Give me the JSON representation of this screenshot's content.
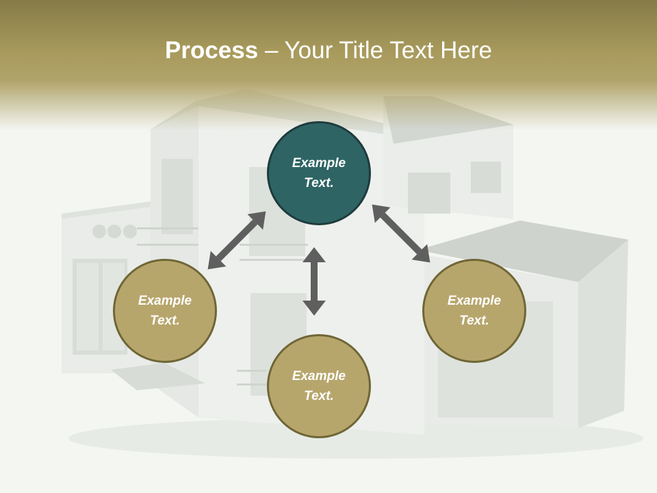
{
  "slide": {
    "title_bold": "Process",
    "title_rest": " – Your Title Text Here"
  },
  "nodes": [
    {
      "id": "top",
      "label": "Example Text.",
      "style": "teal"
    },
    {
      "id": "left",
      "label": "Example Text.",
      "style": "tan"
    },
    {
      "id": "bottom",
      "label": "Example Text.",
      "style": "tan"
    },
    {
      "id": "right",
      "label": "Example Text.",
      "style": "tan"
    }
  ],
  "colors": {
    "teal_fill": "#2f6464",
    "tan_fill": "#b7a66c",
    "arrow": "#5f5f5f",
    "title_band": "#a89a5c"
  }
}
